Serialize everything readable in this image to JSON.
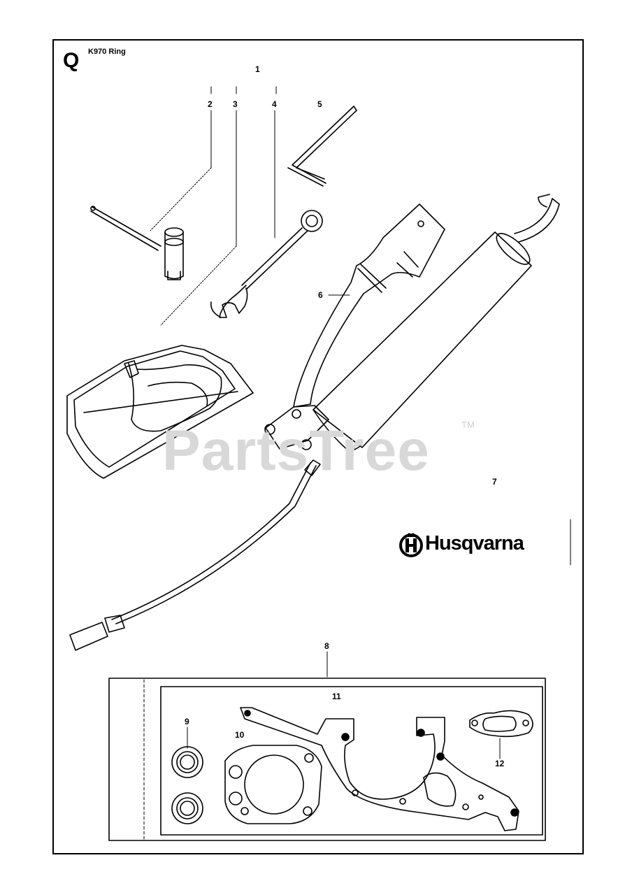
{
  "header": {
    "section_letter": "Q",
    "model": "K970 Ring"
  },
  "callouts": [
    "1",
    "2",
    "3",
    "4",
    "5",
    "6",
    "7",
    "8",
    "9",
    "10",
    "11",
    "12"
  ],
  "watermark": {
    "text": "PartsTree",
    "trademark": "TM"
  },
  "brand": {
    "name": "Husqvarna",
    "logo_icon": "husqvarna-crown-h-icon"
  }
}
